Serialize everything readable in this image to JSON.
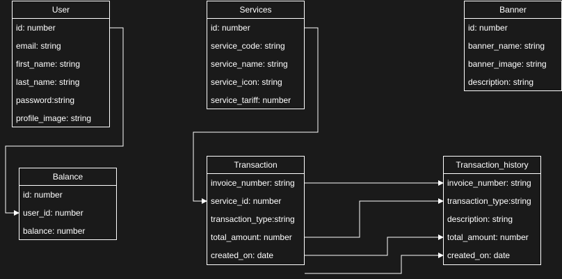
{
  "entities": {
    "user": {
      "title": "User",
      "fields": [
        "id: number",
        "email: string",
        "first_name: string",
        "last_name: string",
        "password:string",
        "profile_image: string"
      ]
    },
    "services": {
      "title": "Services",
      "fields": [
        "id: number",
        "service_code: string",
        "service_name: string",
        "service_icon: string",
        "service_tariff: number"
      ]
    },
    "banner": {
      "title": "Banner",
      "fields": [
        "id: number",
        "banner_name: string",
        "banner_image: string",
        "description: string"
      ]
    },
    "balance": {
      "title": "Balance",
      "fields": [
        "id: number",
        "user_id: number",
        "balance: number"
      ]
    },
    "transaction": {
      "title": "Transaction",
      "fields": [
        "invoice_number: string",
        "service_id: number",
        "transaction_type:string",
        "total_amount: number",
        "created_on: date"
      ]
    },
    "transaction_history": {
      "title": "Transaction_history",
      "fields": [
        "invoice_number: string",
        "transaction_type:string",
        "description: string",
        "total_amount: number",
        "created_on: date"
      ]
    }
  },
  "relations": [
    {
      "from": "User.id",
      "to": "Balance.user_id"
    },
    {
      "from": "Services.id",
      "to": "Transaction.service_id"
    },
    {
      "from": "Transaction.invoice_number",
      "to": "Transaction_history.invoice_number"
    },
    {
      "from": "Transaction.total_amount",
      "to": "Transaction_history.transaction_type"
    },
    {
      "from": "Transaction.created_on",
      "to": "Transaction_history.total_amount"
    },
    {
      "from": "Transaction",
      "to": "Transaction_history.created_on"
    }
  ],
  "colors": {
    "background": "#1a1a1a",
    "stroke": "#ffffff",
    "text": "#ffffff"
  }
}
